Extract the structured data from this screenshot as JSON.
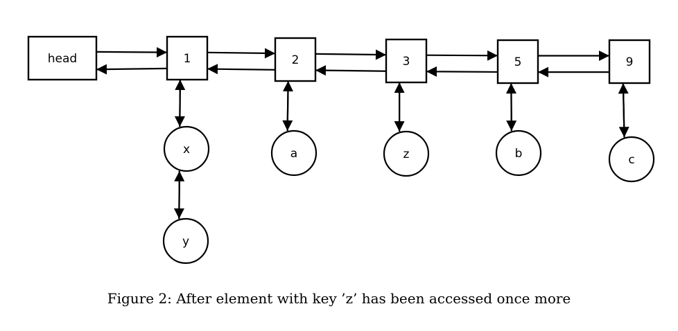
{
  "diagram": {
    "type": "linked-list-with-chains",
    "head_label": "head",
    "list_nodes": [
      "1",
      "2",
      "3",
      "5",
      "9"
    ],
    "chains": [
      {
        "parent": "1",
        "items": [
          "x",
          "y"
        ]
      },
      {
        "parent": "2",
        "items": [
          "a"
        ]
      },
      {
        "parent": "3",
        "items": [
          "z"
        ]
      },
      {
        "parent": "5",
        "items": [
          "b"
        ]
      },
      {
        "parent": "9",
        "items": [
          "c"
        ]
      }
    ],
    "edges": [
      {
        "from": "head",
        "to": "1"
      },
      {
        "from": "1",
        "to": "head"
      },
      {
        "from": "1",
        "to": "2"
      },
      {
        "from": "2",
        "to": "1"
      },
      {
        "from": "2",
        "to": "3"
      },
      {
        "from": "3",
        "to": "2"
      },
      {
        "from": "3",
        "to": "5"
      },
      {
        "from": "5",
        "to": "3"
      },
      {
        "from": "5",
        "to": "9"
      },
      {
        "from": "9",
        "to": "5"
      },
      {
        "from": "1",
        "to": "x"
      },
      {
        "from": "x",
        "to": "1"
      },
      {
        "from": "x",
        "to": "y"
      },
      {
        "from": "y",
        "to": "x"
      },
      {
        "from": "2",
        "to": "a"
      },
      {
        "from": "a",
        "to": "2"
      },
      {
        "from": "3",
        "to": "z"
      },
      {
        "from": "z",
        "to": "3"
      },
      {
        "from": "5",
        "to": "b"
      },
      {
        "from": "b",
        "to": "5"
      },
      {
        "from": "9",
        "to": "c"
      },
      {
        "from": "c",
        "to": "9"
      }
    ]
  },
  "caption": "Figure 2: After element with key ’z’ has been accessed once more"
}
